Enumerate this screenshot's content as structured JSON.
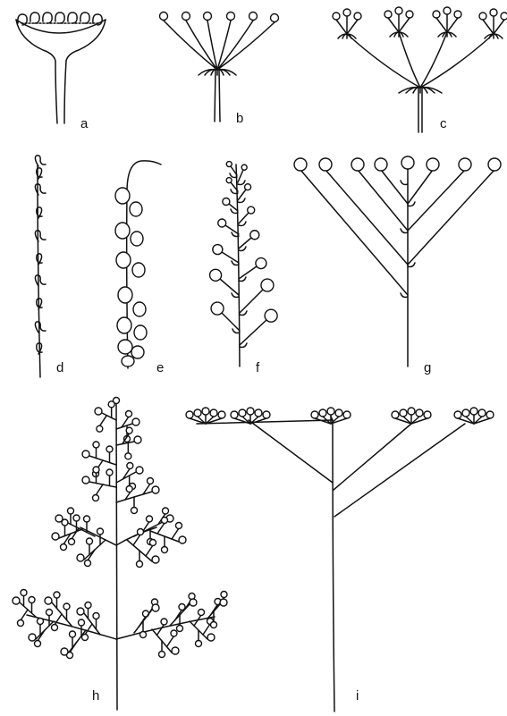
{
  "figure": {
    "panel_labels": {
      "a": "a",
      "b": "b",
      "c": "c",
      "d": "d",
      "e": "e",
      "f": "f",
      "g": "g",
      "h": "h",
      "i": "i"
    }
  }
}
